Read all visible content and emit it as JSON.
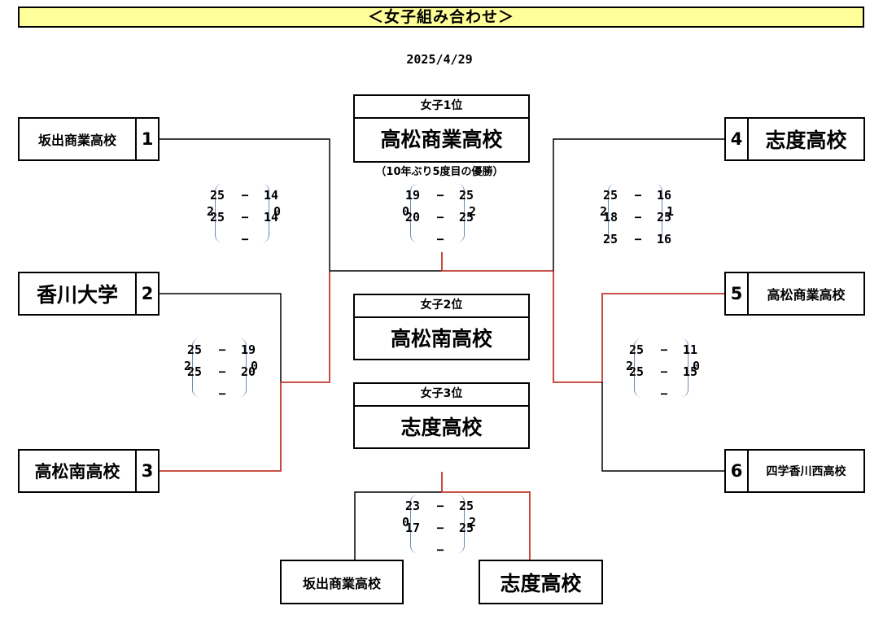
{
  "title": "＜女子組み合わせ＞",
  "date": "2025/4/29",
  "colors": {
    "title_bg": "#ffff99",
    "winner_line": "#c0392b",
    "line": "#000000",
    "paren": "#6a8ab8"
  },
  "teams": {
    "t1": {
      "name": "坂出商業高校",
      "seed": "1"
    },
    "t2": {
      "name": "香川大学",
      "seed": "2"
    },
    "t3": {
      "name": "高松南高校",
      "seed": "3"
    },
    "t4": {
      "name": "志度高校",
      "seed": "4"
    },
    "t5": {
      "name": "高松商業高校",
      "seed": "5"
    },
    "t6": {
      "name": "四学香川西高校",
      "seed": "6"
    },
    "third_left": {
      "name": "坂出商業高校"
    },
    "third_right": {
      "name": "志度高校"
    }
  },
  "ranks": {
    "first": {
      "label": "女子1位",
      "team": "高松商業高校",
      "note": "（10年ぶり5度目の優勝）"
    },
    "second": {
      "label": "女子2位",
      "team": "高松南高校"
    },
    "third": {
      "label": "女子3位",
      "team": "志度高校"
    }
  },
  "scores": {
    "semi_left": {
      "left_total": "2",
      "right_total": "0",
      "sets": [
        [
          "25",
          "14"
        ],
        [
          "25",
          "14"
        ],
        [
          "",
          ""
        ]
      ]
    },
    "qf_left": {
      "left_total": "2",
      "right_total": "0",
      "sets": [
        [
          "25",
          "19"
        ],
        [
          "25",
          "20"
        ],
        [
          "",
          ""
        ]
      ]
    },
    "final": {
      "left_total": "0",
      "right_total": "2",
      "sets": [
        [
          "19",
          "25"
        ],
        [
          "20",
          "25"
        ],
        [
          "",
          ""
        ]
      ]
    },
    "semi_right": {
      "left_total": "2",
      "right_total": "1",
      "sets": [
        [
          "25",
          "16"
        ],
        [
          "18",
          "25"
        ],
        [
          "25",
          "16"
        ]
      ]
    },
    "qf_right": {
      "left_total": "2",
      "right_total": "0",
      "sets": [
        [
          "25",
          "11"
        ],
        [
          "25",
          "15"
        ],
        [
          "",
          ""
        ]
      ]
    },
    "third_place": {
      "left_total": "0",
      "right_total": "2",
      "sets": [
        [
          "23",
          "25"
        ],
        [
          "17",
          "25"
        ],
        [
          "",
          ""
        ]
      ]
    }
  }
}
